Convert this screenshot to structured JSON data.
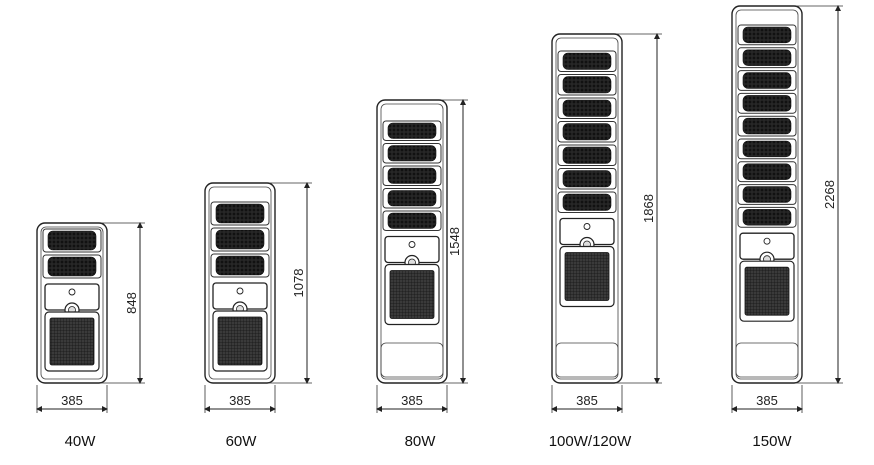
{
  "figure": {
    "lamps": [
      {
        "label": "40W",
        "width": "385",
        "height": "848",
        "modules": 2
      },
      {
        "label": "60W",
        "width": "385",
        "height": "1078",
        "modules": 3
      },
      {
        "label": "80W",
        "width": "385",
        "height": "1548",
        "modules": 5
      },
      {
        "label": "100W/120W",
        "width": "385",
        "height": "1868",
        "modules": 7
      },
      {
        "label": "150W",
        "width": "385",
        "height": "2268",
        "modules": 9
      }
    ],
    "colors": {
      "line": "#222222",
      "panel": "#2a2a2a",
      "cell": "#1a1a1a",
      "module_bg": "#3a3a3a"
    }
  }
}
